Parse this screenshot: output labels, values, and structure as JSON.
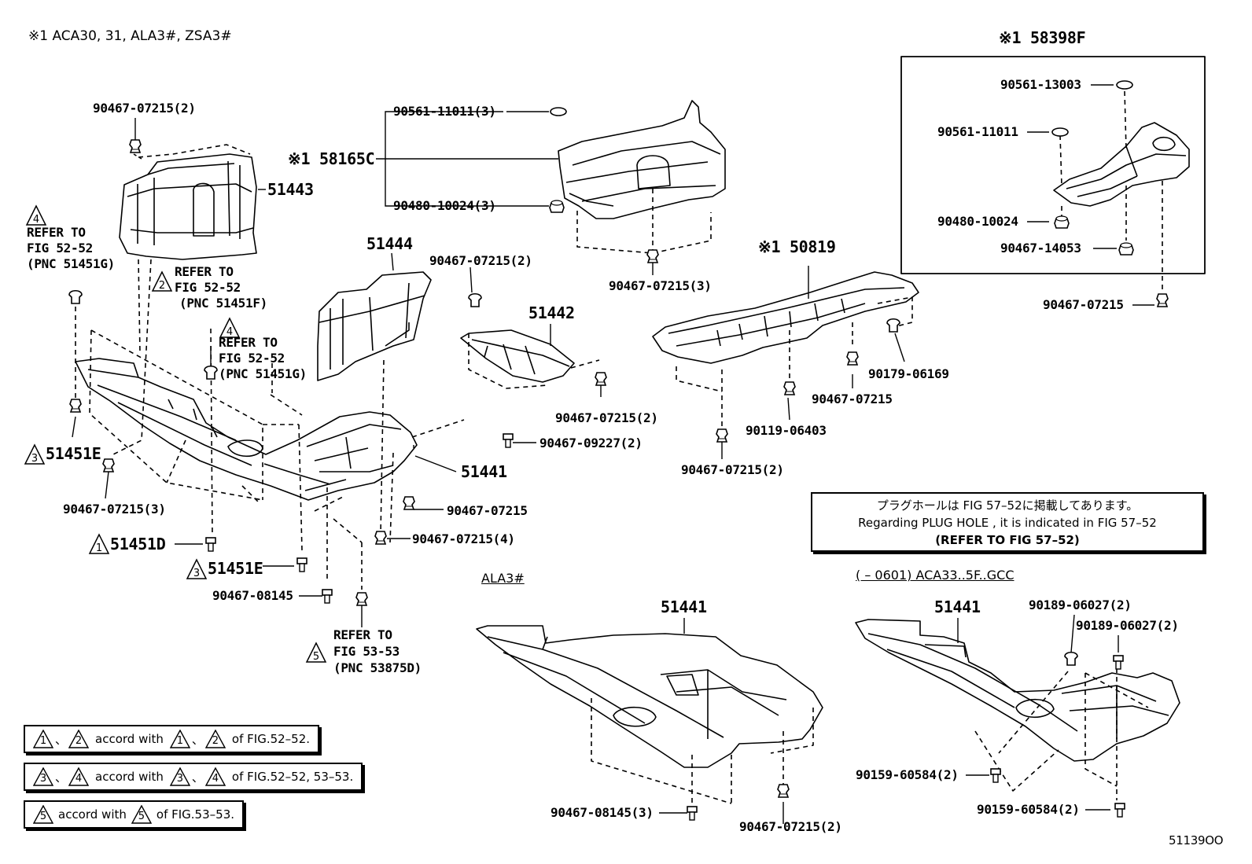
{
  "header": "※1 ACA30, 31, ALA3#, ZSA3#",
  "figure_code": "51139OO",
  "note": {
    "line1": "プラグホールは FIG 57–52に掲載してあります。",
    "line2": "Regarding  PLUG  HOLE , it is indicated in FIG  57–52",
    "line3": "(REFER  TO  FIG  57–52)"
  },
  "sections": {
    "ala3": "ALA3#",
    "aca33": "(      – 0601) ACA33..5F..GCC"
  },
  "tri_marks": {
    "t1": "1",
    "t2": "2",
    "t3": "3",
    "t4": "4",
    "t5": "5"
  },
  "legend": {
    "row1_mid": "accord with",
    "row1_end": "of FIG.52–52.",
    "row2_mid": "accord with",
    "row2_end": "of FIG.52–52, 53–53.",
    "row3_mid": "accord with",
    "row3_end": "of FIG.53–53.",
    "sep": "、"
  },
  "labels": {
    "p_90467_07215_2_top": "90467-07215(2)",
    "p_51443": "51443",
    "refer_52_52_a_1": "REFER TO",
    "refer_52_52_a_2": "FIG 52-52",
    "refer_52_52_a_3": "(PNC 51451G)",
    "refer_52_52_b_1": "REFER TO",
    "refer_52_52_b_2": "FIG 52-52",
    "refer_52_52_b_3": "(PNC 51451F)",
    "refer_52_52_c_1": "REFER TO",
    "refer_52_52_c_2": "FIG 52-52",
    "refer_52_52_c_3": "(PNC 51451G)",
    "p_51451E_a": "51451E",
    "p_90467_07215_3_left": "90467-07215(3)",
    "p_51451D": "51451D",
    "p_51451E_b": "51451E",
    "p_90467_08145": "90467-08145",
    "refer_53_53_1": "REFER TO",
    "refer_53_53_2": "FIG 53-53",
    "refer_53_53_3": "(PNC 53875D)",
    "p_51444": "51444",
    "p_90467_07215_2_mid": "90467-07215(2)",
    "p_51442": "51442",
    "p_90467_07215_2_r": "90467-07215(2)",
    "p_90467_09227_2": "90467-09227(2)",
    "p_51441_main": "51441",
    "p_90467_07215_a": "90467-07215",
    "p_90467_07215_4": "90467-07215(4)",
    "p_90561_11011_3": "90561-11011(3)",
    "p_58165C": "※1 58165C",
    "p_90480_10024_3": "90480-10024(3)",
    "p_90467_07215_3_c": "90467-07215(3)",
    "p_50819": "※1 50819",
    "p_90179_06169": "90179-06169",
    "p_90467_07215_b": "90467-07215",
    "p_90119_06403": "90119-06403",
    "p_90467_07215_2_c": "90467-07215(2)",
    "p_58398F": "※1 58398F",
    "p_90561_13003": "90561-13003",
    "p_90561_11011": "90561-11011",
    "p_90480_10024": "90480-10024",
    "p_90467_14053": "90467-14053",
    "p_90467_07215_c": "90467-07215",
    "p_51441_ala": "51441",
    "p_90467_08145_3": "90467-08145(3)",
    "p_90467_07215_2_ala": "90467-07215(2)",
    "p_51441_aca": "51441",
    "p_90189_06027_2_a": "90189-06027(2)",
    "p_90189_06027_2_b": "90189-06027(2)",
    "p_90159_60584_2_a": "90159-60584(2)",
    "p_90159_60584_2_b": "90159-60584(2)"
  }
}
